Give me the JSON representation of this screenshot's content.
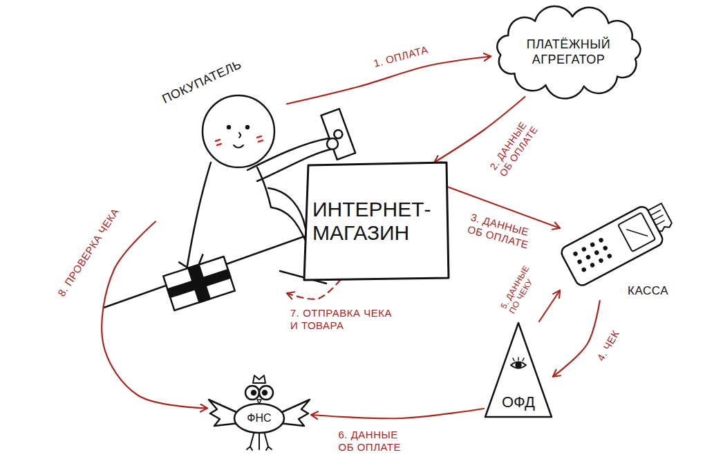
{
  "diagram": {
    "nodes": [
      {
        "text": [
          "ПОКУПАТЕЛЬ"
        ]
      },
      {
        "text": [
          "ПЛАТЁЖНЫЙ АГРЕГАТОР"
        ]
      },
      {
        "text": [
          "ИНТЕРНЕТ- МАГАЗИН"
        ]
      },
      {
        "text": [
          "КАССА"
        ]
      },
      {
        "text": [
          "ОФД"
        ]
      },
      {
        "text": [
          "ФНС"
        ]
      }
    ],
    "edges": [
      {
        "from": 0,
        "to": 1,
        "label": "1. ОПЛАТА",
        "arrow": "to"
      },
      {
        "from": 1,
        "to": 2,
        "label": "2. ДАННЫЕ ОБ ОПЛАТЕ",
        "arrow": "to"
      },
      {
        "from": 2,
        "to": 3,
        "label": "3. ДАННЫЕ ОБ ОПЛАТЕ",
        "arrow": "to"
      },
      {
        "from": 3,
        "to": 4,
        "label": "4. ЧЕК",
        "arrow": "to"
      },
      {
        "from": 4,
        "to": 3,
        "label": "5. ДАННЫЕ ПО ЧЕКУ",
        "arrow": "to"
      },
      {
        "from": 4,
        "to": 5,
        "label": "6. ДАННЫЕ ОБ ОПЛАТЕ",
        "arrow": "to"
      },
      {
        "from": 2,
        "to": 0,
        "label": "7. ОТПРАВКА ЧЕКА И ТОВАРА",
        "arrow": "to"
      },
      {
        "from": 0,
        "to": 5,
        "label": "8. ПРОВЕРКА ЧЕКА",
        "arrow": "to"
      }
    ]
  }
}
